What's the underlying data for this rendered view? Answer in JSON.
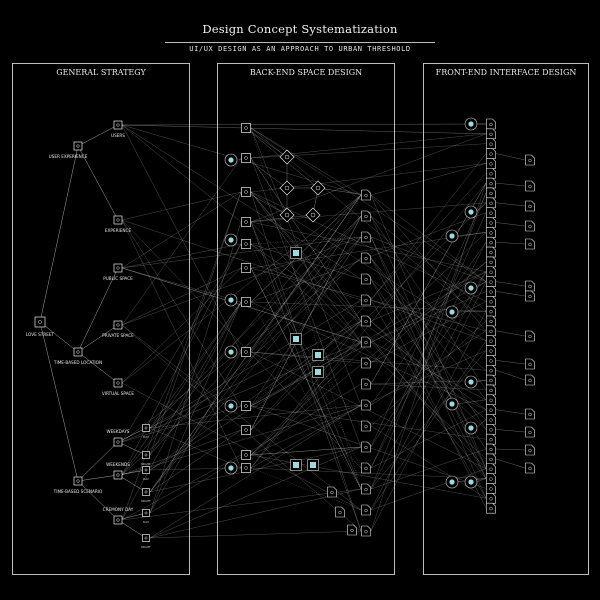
{
  "header": {
    "title": "Design Concept Systematization",
    "subtitle": "UI/UX DESIGN AS AN APPROACH TO URBAN THRESHOLD"
  },
  "panels": [
    {
      "title": "GENERAL STRATEGY"
    },
    {
      "title": "BACK-END SPACE DESIGN"
    },
    {
      "title": "FRONT-END INTERFACE DESIGN"
    }
  ],
  "strategy": {
    "root": "LOVE STREET",
    "branches": [
      "USER EXPERIENCE",
      "TIME-BASED LOCATION",
      "TIME-BASED SCENARIO"
    ],
    "leaves": [
      "USERS",
      "EXPERIENCE",
      "PUBLIC SPACE",
      "PRIVATE SPACE",
      "VIRTUAL SPACE",
      "WEEKDAYS",
      "WEEKENDS",
      "CREMONY DAY"
    ],
    "sub_leaves": [
      "DAY",
      "NIGHT",
      "DAY",
      "NIGHT",
      "DAY",
      "NIGHT"
    ]
  },
  "colors": {
    "background": "#000000",
    "line": "#d8d8d8",
    "accent": "#9fd8df"
  }
}
